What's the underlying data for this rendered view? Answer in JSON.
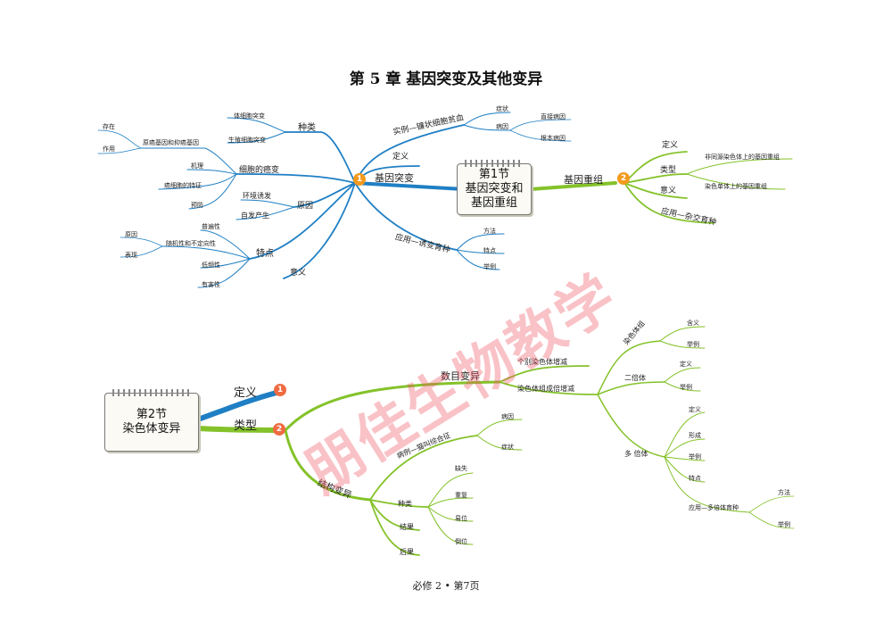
{
  "title": "第 5 章  基因突变及其他变异",
  "footer": "必修 2 • 第7页",
  "watermark": "朋佳生物教学",
  "colors": {
    "blue": "#1f7fc4",
    "green": "#84c22a",
    "badge": "#f39a1e"
  },
  "section1": {
    "card": {
      "line1": "第1节",
      "line2": "基因突变和",
      "line3": "基因重组"
    },
    "gene_mutation": {
      "label": "基因突变",
      "badge": "1",
      "types": {
        "label": "种类",
        "items": [
          "体细胞突变",
          "生殖细胞突变"
        ]
      },
      "cancer": {
        "label": "细胞的癌变",
        "genes": "原癌基因和抑癌基因",
        "genes_children": [
          "存在",
          "作用"
        ],
        "items": [
          "机理",
          "癌细胞的特征",
          "预防"
        ]
      },
      "cause": {
        "label": "原因",
        "items": [
          "环境诱发",
          "自发产生"
        ]
      },
      "features": {
        "label": "特点",
        "items": [
          "普遍性",
          "随机性和不定向性",
          "低频性",
          "有害性"
        ],
        "random_children": [
          "原因",
          "表现"
        ]
      },
      "meaning": "意义",
      "example": {
        "label": "实例—镰状细胞贫血",
        "items": [
          "症状",
          "病因"
        ],
        "cause_children": [
          "直接病因",
          "根本病因"
        ]
      },
      "definition": "定义",
      "application": {
        "label": "应用—诱变育种",
        "items": [
          "方法",
          "特点",
          "举例"
        ]
      }
    },
    "recombination": {
      "label": "基因重组",
      "badge": "2",
      "items": [
        "定义",
        "类型",
        "意义",
        "应用—杂交育种"
      ],
      "type_children": [
        "非同源染色体上的基因重组",
        "染色单体上的基因重组"
      ]
    }
  },
  "section2": {
    "card": {
      "line1": "第2节",
      "line2": "染色体变异"
    },
    "definition": {
      "label": "定义",
      "badge": "1"
    },
    "types": {
      "label": "类型",
      "badge": "2"
    },
    "numeric": {
      "label": "数目变异",
      "individual": "个别染色体增减",
      "group": "染色体组成倍增减",
      "chromosome_set": {
        "label": "染色体组",
        "items": [
          "含义",
          "举例"
        ]
      },
      "diploid": {
        "label": "二倍体",
        "items": [
          "定义",
          "举例"
        ]
      },
      "polyploid": {
        "label": "多 倍体",
        "items": [
          "定义",
          "形成",
          "举例",
          "特点",
          "应用—多倍体育种"
        ],
        "app_children": [
          "方法",
          "举例"
        ]
      }
    },
    "structural": {
      "label": "结构变异",
      "example": {
        "label": "病例—猫叫综合征",
        "items": [
          "病因",
          "症状"
        ]
      },
      "kinds": {
        "label": "种类",
        "items": [
          "缺失",
          "重复",
          "易位",
          "倒位"
        ]
      },
      "result": "结果",
      "consequence": "后果"
    }
  }
}
